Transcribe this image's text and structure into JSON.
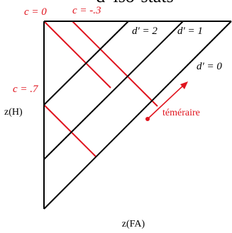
{
  "title": "d' iso-stats",
  "axes": {
    "x_label": "z(FA)",
    "y_label": "z(H)"
  },
  "d_prime_labels": [
    "d' = 2",
    "d' = 1",
    "d' = 0"
  ],
  "criterion_labels": [
    "c = 0",
    "c = -.3",
    "c = .7"
  ],
  "annotation": "téméraire",
  "colors": {
    "d_prime_lines": "#000000",
    "criterion_lines": "#e0141e",
    "frame": "#000000",
    "text": "#000000"
  }
}
